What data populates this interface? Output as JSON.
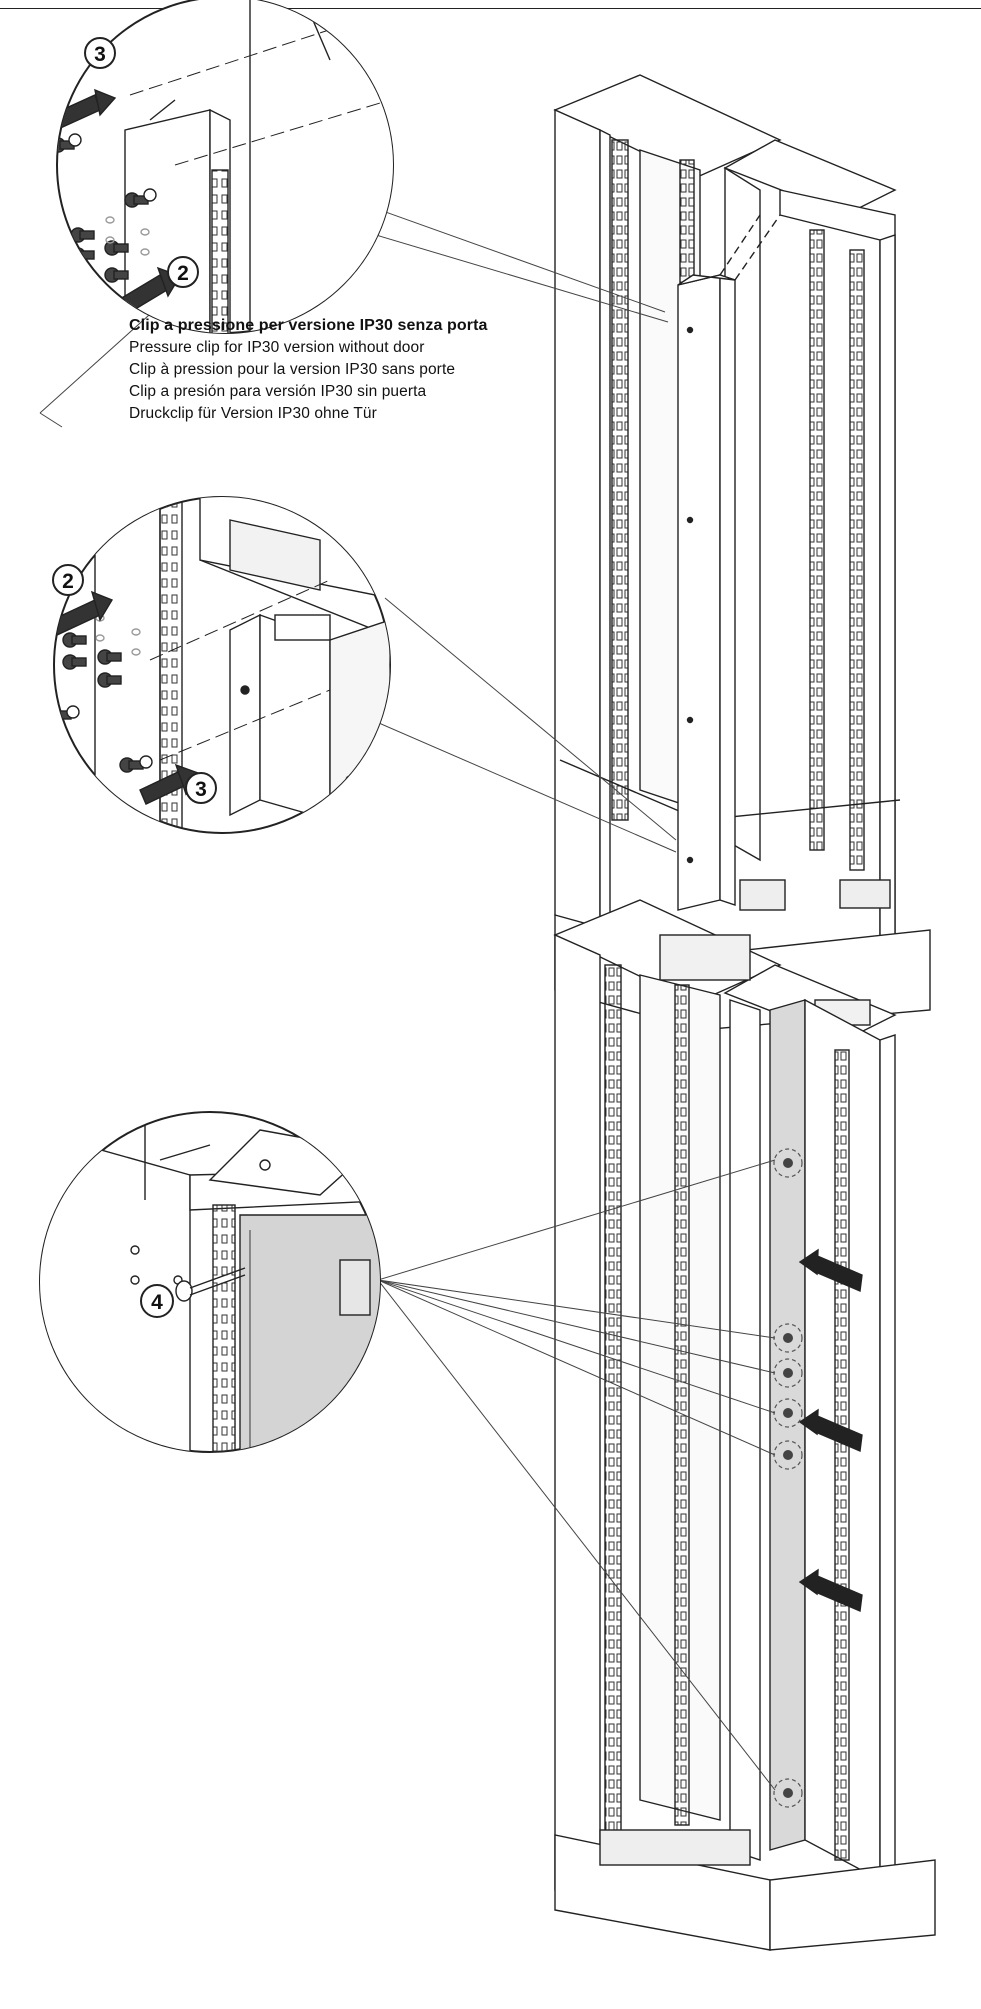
{
  "caption": {
    "it": "Clip a pressione per versione IP30 senza porta",
    "en": "Pressure clip for IP30 version without door",
    "fr": "Clip à pression pour la version IP30 sans porte",
    "es": "Clip a presión para versión IP30 sin puerta",
    "de": "Druckclip für Version IP30 ohne Tür"
  },
  "steps": {
    "top_upper": "3",
    "top_lower": "2",
    "mid_upper": "2",
    "mid_lower": "3",
    "bottom": "4"
  }
}
